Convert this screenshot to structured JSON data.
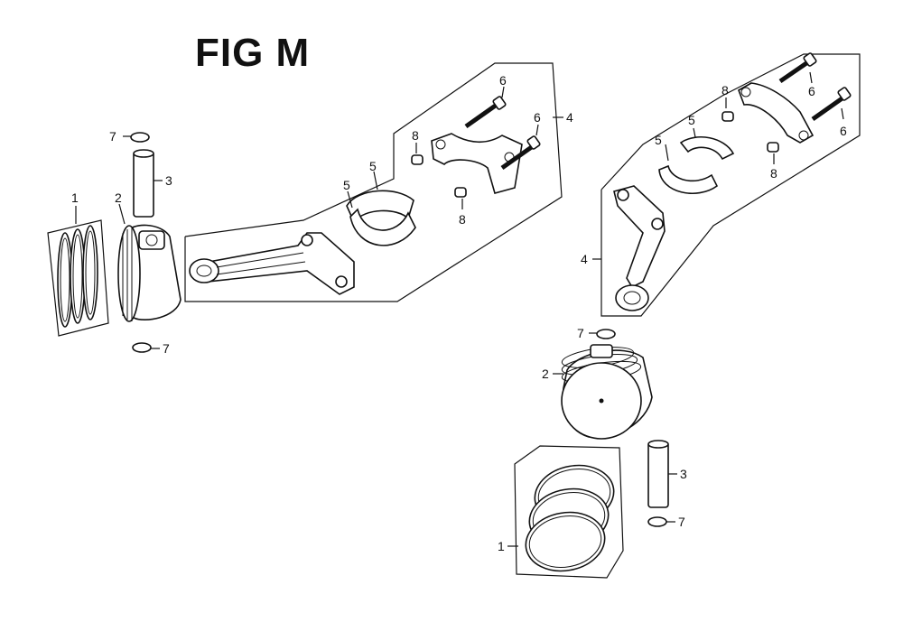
{
  "title": "FIG M",
  "left_group": {
    "callouts": {
      "ring_set": "1",
      "piston": "2",
      "pin": "3",
      "rod": "4",
      "bearing_a": "5",
      "bearing_b": "5",
      "bolt_a": "6",
      "bolt_b": "6",
      "clip_top": "7",
      "clip_bottom": "7",
      "dowel_a": "8",
      "dowel_b": "8"
    }
  },
  "right_group": {
    "callouts": {
      "ring_set": "1",
      "piston": "2",
      "pin": "3",
      "rod": "4",
      "bearing_a": "5",
      "bearing_b": "5",
      "bolt_a": "6",
      "bolt_b": "6",
      "clip_top": "7",
      "clip_bottom": "7",
      "dowel_a": "8",
      "dowel_b": "8"
    }
  }
}
